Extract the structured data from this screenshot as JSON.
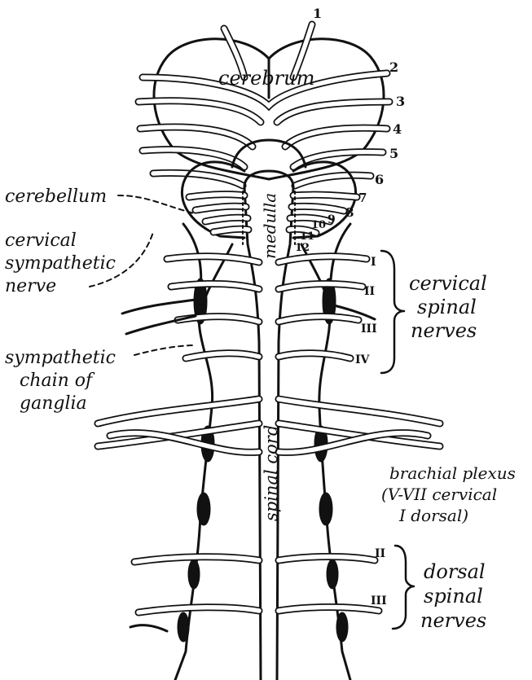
{
  "labels": {
    "cerebrum": "cerebrum",
    "cerebellum": "cerebellum",
    "medulla": "medulla",
    "cervical_sympathetic_1": "cervical",
    "cervical_sympathetic_2": "sympathetic",
    "cervical_sympathetic_3": "nerve",
    "sympathetic_chain_1": "sympathetic",
    "sympathetic_chain_2": "chain of",
    "sympathetic_chain_3": "ganglia",
    "cervical_spinal_1": "cervical",
    "cervical_spinal_2": "spinal",
    "cervical_spinal_3": "nerves",
    "spinal_cord": "spinal cord",
    "brachial_1": "brachial plexus",
    "brachial_2": "(V-VII cervical",
    "brachial_3": "I dorsal)",
    "dorsal_spinal_1": "dorsal",
    "dorsal_spinal_2": "spinal",
    "dorsal_spinal_3": "nerves"
  },
  "cranial_numbers": [
    "1",
    "2",
    "3",
    "4",
    "5",
    "6",
    "7",
    "8",
    "9",
    "10",
    "11",
    "12"
  ],
  "cervical_numerals": [
    "I",
    "II",
    "III",
    "IV"
  ],
  "dorsal_numerals": [
    "II",
    "III"
  ]
}
